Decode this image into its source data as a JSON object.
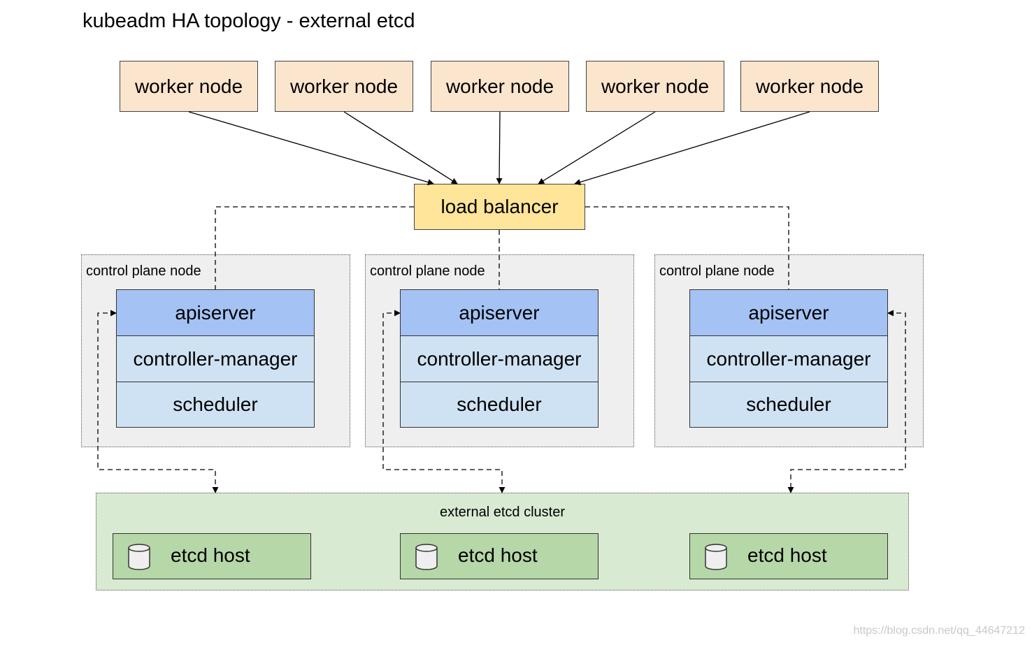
{
  "diagram": {
    "title": "kubeadm HA topology - external etcd",
    "workers": [
      {
        "label": "worker node"
      },
      {
        "label": "worker node"
      },
      {
        "label": "worker node"
      },
      {
        "label": "worker node"
      },
      {
        "label": "worker node"
      }
    ],
    "load_balancer": "load balancer",
    "control_planes": [
      {
        "label": "control plane node",
        "components": [
          "apiserver",
          "controller-manager",
          "scheduler"
        ]
      },
      {
        "label": "control plane node",
        "components": [
          "apiserver",
          "controller-manager",
          "scheduler"
        ]
      },
      {
        "label": "control plane node",
        "components": [
          "apiserver",
          "controller-manager",
          "scheduler"
        ]
      }
    ],
    "etcd_cluster": {
      "label": "external etcd cluster",
      "hosts": [
        {
          "label": "etcd host",
          "icon": "database-icon"
        },
        {
          "label": "etcd host",
          "icon": "database-icon"
        },
        {
          "label": "etcd host",
          "icon": "database-icon"
        }
      ]
    },
    "colors": {
      "worker": "#fce5cd",
      "load_balancer": "#ffe599",
      "apiserver": "#a4c2f4",
      "component": "#cfe2f3",
      "control_plane_bg": "#efefef",
      "etcd_cluster_bg": "#d9ead3",
      "etcd_host": "#b6d7a8"
    }
  },
  "watermark": "https://blog.csdn.net/qq_44647212"
}
